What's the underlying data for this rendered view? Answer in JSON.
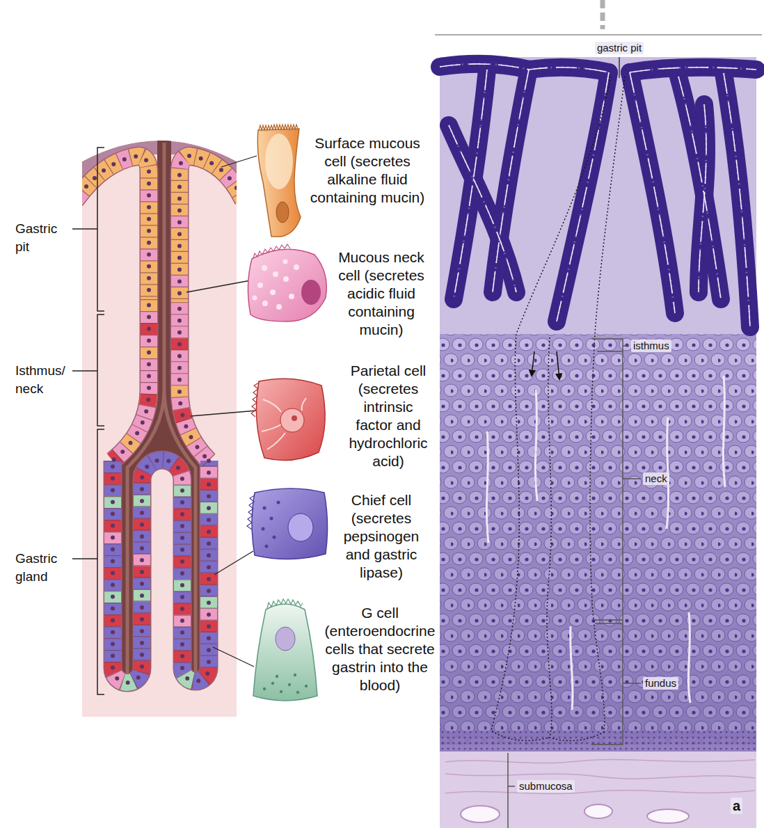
{
  "diagram": {
    "labels": [
      "Gastric pit",
      "Isthmus/ neck",
      "Gastric gland",
      "Surface mucous cell (secretes alkaline fluid containing mucin)",
      "Mucous neck cell (secretes acidic fluid containing mucin)",
      "Parietal cell (secretes intrinsic factor and hydrochloric acid)",
      "Chief cell (secretes pepsinogen and gastric lipase)",
      "G cell (enteroendocrine cells that secrete gastrin into the blood)",
      "gastric pit",
      "isthmus",
      "neck",
      "fundus",
      "submucosa",
      "a"
    ]
  }
}
